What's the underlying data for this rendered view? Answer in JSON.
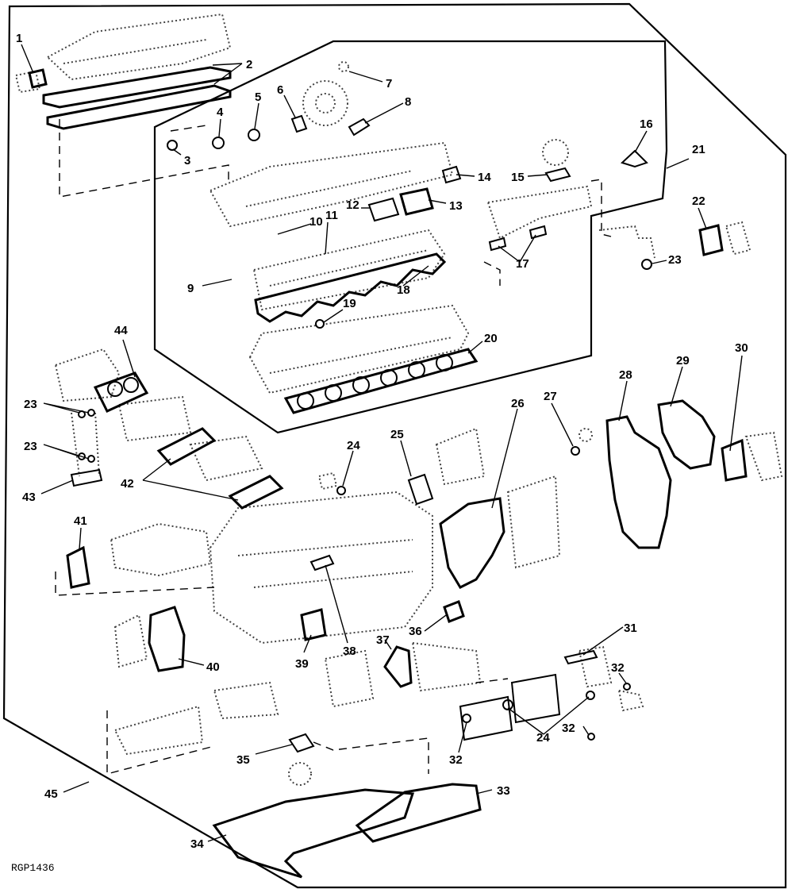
{
  "figure": {
    "id_label": "RGP1436",
    "kit_callout": "45"
  },
  "callouts": [
    {
      "key": "c1",
      "text": "1"
    },
    {
      "key": "c2",
      "text": "2"
    },
    {
      "key": "c3",
      "text": "3"
    },
    {
      "key": "c4",
      "text": "4"
    },
    {
      "key": "c5",
      "text": "5"
    },
    {
      "key": "c6",
      "text": "6"
    },
    {
      "key": "c7",
      "text": "7"
    },
    {
      "key": "c8",
      "text": "8"
    },
    {
      "key": "c9",
      "text": "9"
    },
    {
      "key": "c10",
      "text": "10"
    },
    {
      "key": "c11",
      "text": "11"
    },
    {
      "key": "c12",
      "text": "12"
    },
    {
      "key": "c13",
      "text": "13"
    },
    {
      "key": "c14",
      "text": "14"
    },
    {
      "key": "c15",
      "text": "15"
    },
    {
      "key": "c16",
      "text": "16"
    },
    {
      "key": "c17",
      "text": "17"
    },
    {
      "key": "c18",
      "text": "18"
    },
    {
      "key": "c19",
      "text": "19"
    },
    {
      "key": "c20",
      "text": "20"
    },
    {
      "key": "c21",
      "text": "21"
    },
    {
      "key": "c22",
      "text": "22"
    },
    {
      "key": "c23a",
      "text": "23"
    },
    {
      "key": "c23b",
      "text": "23"
    },
    {
      "key": "c23c",
      "text": "23"
    },
    {
      "key": "c24a",
      "text": "24"
    },
    {
      "key": "c24b",
      "text": "24"
    },
    {
      "key": "c25",
      "text": "25"
    },
    {
      "key": "c26",
      "text": "26"
    },
    {
      "key": "c27",
      "text": "27"
    },
    {
      "key": "c28",
      "text": "28"
    },
    {
      "key": "c29",
      "text": "29"
    },
    {
      "key": "c30",
      "text": "30"
    },
    {
      "key": "c31",
      "text": "31"
    },
    {
      "key": "c32a",
      "text": "32"
    },
    {
      "key": "c32b",
      "text": "32"
    },
    {
      "key": "c32c",
      "text": "32"
    },
    {
      "key": "c33",
      "text": "33"
    },
    {
      "key": "c34",
      "text": "34"
    },
    {
      "key": "c35",
      "text": "35"
    },
    {
      "key": "c36",
      "text": "36"
    },
    {
      "key": "c37",
      "text": "37"
    },
    {
      "key": "c38",
      "text": "38"
    },
    {
      "key": "c39",
      "text": "39"
    },
    {
      "key": "c40",
      "text": "40"
    },
    {
      "key": "c41",
      "text": "41"
    },
    {
      "key": "c42",
      "text": "42"
    },
    {
      "key": "c43",
      "text": "43"
    },
    {
      "key": "c44",
      "text": "44"
    }
  ]
}
